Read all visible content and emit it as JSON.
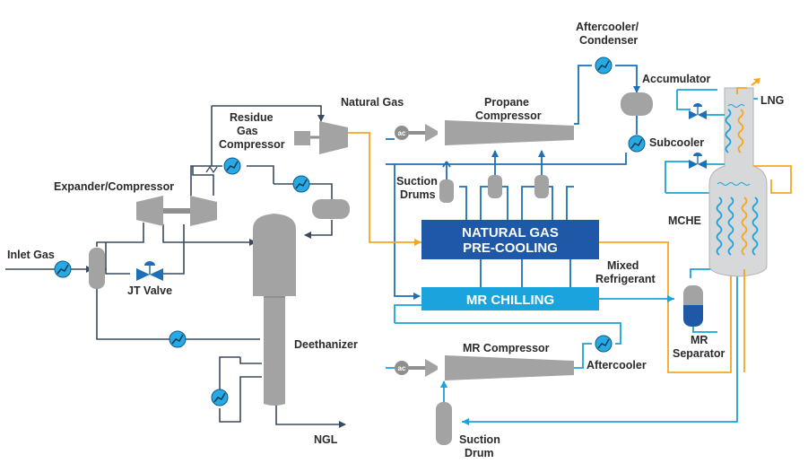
{
  "labels": {
    "inlet_gas": "Inlet Gas",
    "expander_compressor": "Expander/Compressor",
    "jt_valve": "JT Valve",
    "residue_gas_compressor_1": "Residue",
    "residue_gas_compressor_2": "Gas",
    "residue_gas_compressor_3": "Compressor",
    "natural_gas": "Natural Gas",
    "deethanizer": "Deethanizer",
    "ngl": "NGL",
    "propane_compressor_1": "Propane",
    "propane_compressor_2": "Compressor",
    "aftercooler_condenser_1": "Aftercooler/",
    "aftercooler_condenser_2": "Condenser",
    "accumulator": "Accumulator",
    "subcooler": "Subcooler",
    "suction_drums_1": "Suction",
    "suction_drums_2": "Drums",
    "ng_precooling_1": "NATURAL GAS",
    "ng_precooling_2": "PRE-COOLING",
    "mr_chilling": "MR CHILLING",
    "mixed_refrigerant_1": "Mixed",
    "mixed_refrigerant_2": "Refrigerant",
    "mr_compressor": "MR Compressor",
    "aftercooler": "Aftercooler",
    "suction_drum_1": "Suction",
    "suction_drum_2": "Drum",
    "mr_separator_1": "MR",
    "mr_separator_2": "Separator",
    "mche": "MCHE",
    "lng": "LNG",
    "ac_1": "ac",
    "ac_2": "ac"
  },
  "colors": {
    "equipment_gray": "#a3a3a3",
    "line_dark": "#3a4a5c",
    "line_blue": "#1e6fb8",
    "line_cyan": "#1ba3dd",
    "line_orange": "#f5a623",
    "precooling_box": "#1e58a6",
    "mr_chilling_box": "#1ba3dd",
    "heat_exchanger": "#27a9e1"
  }
}
